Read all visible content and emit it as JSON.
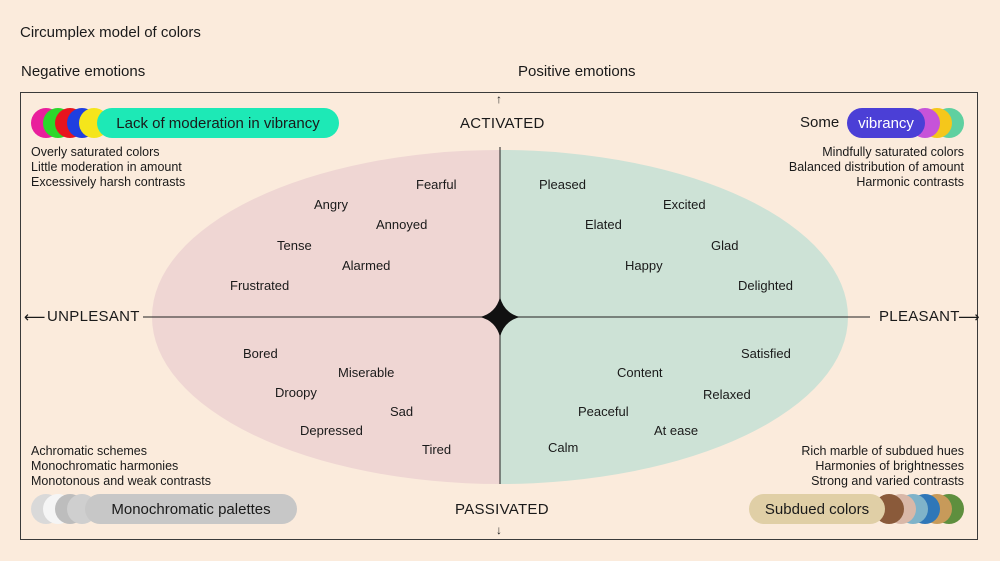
{
  "title": "Circumplex model of colors",
  "headers": {
    "negative": "Negative emotions",
    "positive": "Positive emotions"
  },
  "axes": {
    "top": "ACTIVATED",
    "bottom": "PASSIVATED",
    "left": "UNPLESANT",
    "right": "PLEASANT",
    "arrow_left": "⟵",
    "arrow_right": "⟶",
    "arrow_up": "↑",
    "arrow_down": "↓"
  },
  "emotions": {
    "fearful": "Fearful",
    "angry": "Angry",
    "annoyed": "Annoyed",
    "tense": "Tense",
    "alarmed": "Alarmed",
    "frustrated": "Frustrated",
    "pleased": "Pleased",
    "excited": "Excited",
    "elated": "Elated",
    "glad": "Glad",
    "happy": "Happy",
    "delighted": "Delighted",
    "bored": "Bored",
    "miserable": "Miserable",
    "droopy": "Droopy",
    "sad": "Sad",
    "depressed": "Depressed",
    "tired": "Tired",
    "satisfied": "Satisfied",
    "content": "Content",
    "relaxed": "Relaxed",
    "peaceful": "Peaceful",
    "at_ease": "At ease",
    "calm": "Calm"
  },
  "corners": {
    "top_left": {
      "pill": "Lack of moderation in vibrancy",
      "lines": [
        "Overly saturated colors",
        "Little moderation in amount",
        "Excessively harsh contrasts"
      ],
      "colors": [
        "#e91e9c",
        "#2bd82b",
        "#e8141e",
        "#1f3fe0",
        "#f5e51b",
        "#1de9b6"
      ]
    },
    "top_right": {
      "prefix": "Some",
      "pill": "vibrancy",
      "lines": [
        "Mindfully saturated colors",
        "Balanced distribution of amount",
        "Harmonic contrasts"
      ],
      "colors": [
        "#4b3fd6",
        "#c653d9",
        "#f5c71b",
        "#5fd0a0"
      ]
    },
    "bottom_left": {
      "pill": "Monochromatic palettes",
      "lines": [
        "Achromatic schemes",
        "Monochromatic harmonies",
        "Monotonous and weak contrasts"
      ],
      "colors": [
        "#d9d9d9",
        "#f5f5f5",
        "#bdbdbd",
        "#cfcfcf",
        "#c7c7c7"
      ]
    },
    "bottom_right": {
      "pill": "Subdued colors",
      "lines": [
        "Rich marble of subdued hues",
        "Harmonies of brightnesses",
        "Strong and varied contrasts"
      ],
      "colors": [
        "#e0cfa6",
        "#8a5a3a",
        "#d9b8a8",
        "#7fb3c9",
        "#2f77b8",
        "#c79a5a",
        "#5e8f3e"
      ]
    }
  },
  "palette": {
    "left_ellipse": "#efd6d3",
    "right_ellipse": "#cde2d6"
  }
}
